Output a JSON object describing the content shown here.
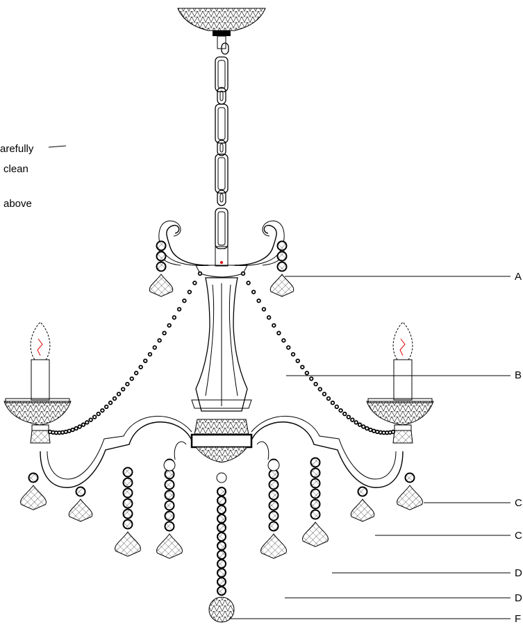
{
  "notes": {
    "line1": "arefully",
    "line2": "clean",
    "line3": "above"
  },
  "callouts": [
    {
      "label": "A"
    },
    {
      "label": "B"
    },
    {
      "label": "C"
    },
    {
      "label": "C"
    },
    {
      "label": "D"
    },
    {
      "label": "D"
    },
    {
      "label": "F"
    }
  ],
  "colors": {
    "line": "#000000",
    "filament": "#e00000",
    "background": "#ffffff"
  }
}
